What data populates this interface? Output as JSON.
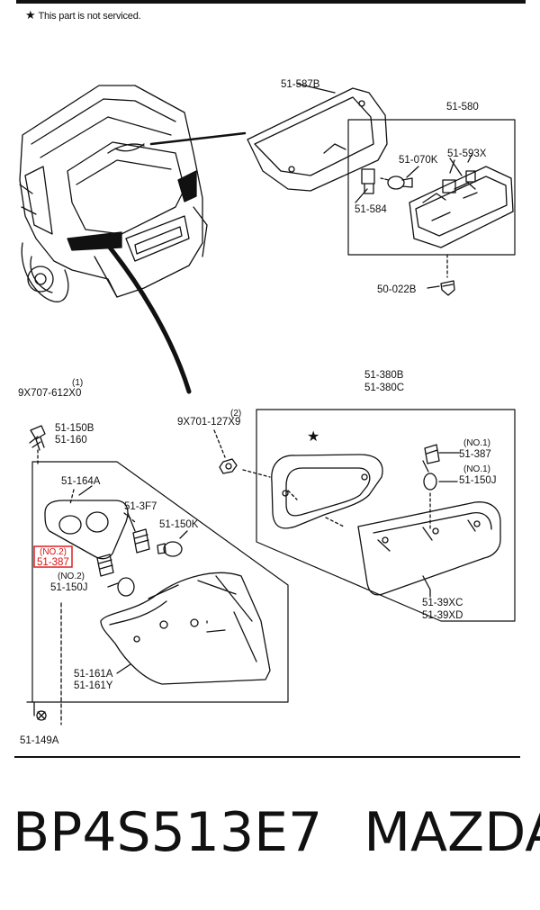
{
  "header": {
    "note_symbol": "★",
    "note_text": "This part is not serviced."
  },
  "labels": {
    "p51_587B": "51-587B",
    "p51_580": "51-580",
    "p51_070K": "51-070K",
    "p51_593X": "51-593X",
    "p51_584": "51-584",
    "p50_022B": "50-022B",
    "p9X707_612X0": "9X707-612X0",
    "callout_1": "(1)",
    "p51_150B": "51-150B",
    "p51_160": "51-160",
    "p9X701_127X9": "9X701-127X9",
    "callout_2": "(2)",
    "p51_380B": "51-380B",
    "p51_380C": "51-380C",
    "p51_164A": "51-164A",
    "p51_3F7": "51-3F7",
    "p51_150K": "51-150K",
    "no2_a": "(NO.2)",
    "p51_387_a": "51-387",
    "no2_b": "(NO.2)",
    "p51_150J_a": "51-150J",
    "no1_a": "(NO.1)",
    "p51_387_b": "51-387",
    "no1_b": "(NO.1)",
    "p51_150J_b": "51-150J",
    "star": "★",
    "p51_39XC": "51-39XC",
    "p51_39XD": "51-39XD",
    "p51_161A": "51-161A",
    "p51_161Y": "51-161Y",
    "p51_149A": "51-149A"
  },
  "footer": {
    "part_number": "BP4S513E7",
    "brand": "MAZDA"
  },
  "colors": {
    "ink": "#111111",
    "highlight": "#dd1111",
    "background": "#ffffff"
  }
}
